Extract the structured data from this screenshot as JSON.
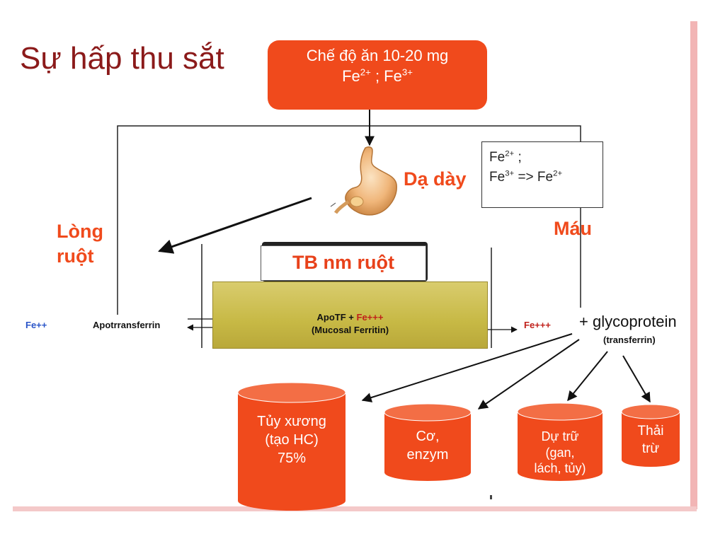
{
  "title": "Sự hấp thu sắt",
  "diet": {
    "line1": "Chế độ ăn 10-20 mg",
    "fe2": "Fe",
    "fe2_sup": "2+",
    "sep": " ; ",
    "fe3": "Fe",
    "fe3_sup": "3+"
  },
  "stomach": {
    "label": "Dạ dày",
    "note_line1": "Fe",
    "note_line1_sup": "2+",
    "note_line1_tail": " ;",
    "note_line2": "Fe",
    "note_line2_sup": "3+",
    "note_line2_tail": " => Fe",
    "note_line2_sup2": "2+"
  },
  "lumen": {
    "line1": "Lòng",
    "line2": "ruột"
  },
  "blood": {
    "label": "Máu"
  },
  "cell": {
    "label": "TB nm ruột"
  },
  "mucosa": {
    "apotf": "ApoTF + ",
    "fe3": "Fe+++",
    "ferritin": "(Mucosal Ferritin)"
  },
  "left_labels": {
    "fe2": "Fe++",
    "apotransferrin": "Apotrransferrin"
  },
  "right_labels": {
    "fe3": "Fe+++",
    "glyco": "+ glycoprotein",
    "transferrin": "(transferrin)"
  },
  "destinations": [
    {
      "line1": "Tủy xương",
      "line2": "(tạo HC)",
      "line3": "75%"
    },
    {
      "line1": "Cơ,",
      "line2": "enzym"
    },
    {
      "line1": "Dự trữ",
      "line2": "(gan,",
      "line3": "lách, tủy)"
    },
    {
      "line1": "Thải",
      "line2": "trừ"
    }
  ],
  "colors": {
    "accent_red": "#f04a1c",
    "title": "#8b1a1a",
    "mucosa": "#c7b945",
    "fe2_blue": "#2a55c8"
  }
}
